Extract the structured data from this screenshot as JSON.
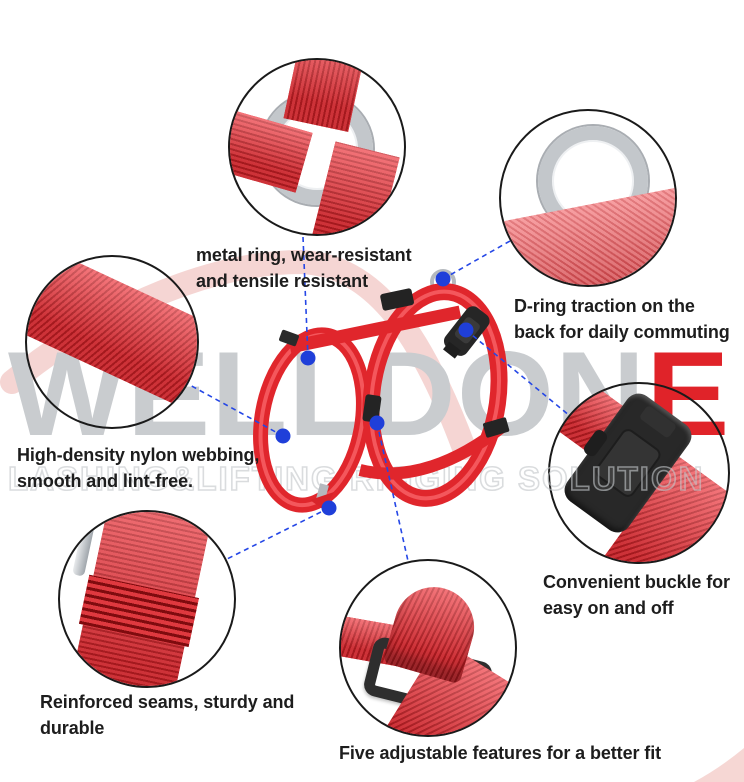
{
  "watermark": {
    "brand_gray": "WELLDON",
    "brand_accent": "E",
    "tagline": "LASHING&LIFTING RIGGING SOLUTION"
  },
  "callouts": [
    {
      "id": "metal-ring",
      "line1": "metal ring, wear-resistant",
      "line2": "and tensile resistant"
    },
    {
      "id": "d-ring",
      "line1": "D-ring traction on the",
      "line2": "back for daily commuting"
    },
    {
      "id": "webbing",
      "line1": "High-density nylon webbing,",
      "line2": "smooth and lint-free."
    },
    {
      "id": "buckle",
      "line1": "Convenient buckle for",
      "line2": "easy on and off"
    },
    {
      "id": "seams",
      "line1": "Reinforced seams, sturdy and",
      "line2": "durable"
    },
    {
      "id": "adjustable",
      "line1": "Five adjustable features for a better fit"
    }
  ],
  "colors": {
    "webbing_red": "#e32830",
    "webbing_light_red": "#ee5a5f",
    "brand_red": "#e02329",
    "callout_blue": "#2547e6",
    "metal_silver": "#c3c7cb",
    "buckle_black": "#282828",
    "watermark_gray": "#c9cccf",
    "swoosh_pink": "#eeb9b6",
    "label_text": "#1d1d1d"
  }
}
